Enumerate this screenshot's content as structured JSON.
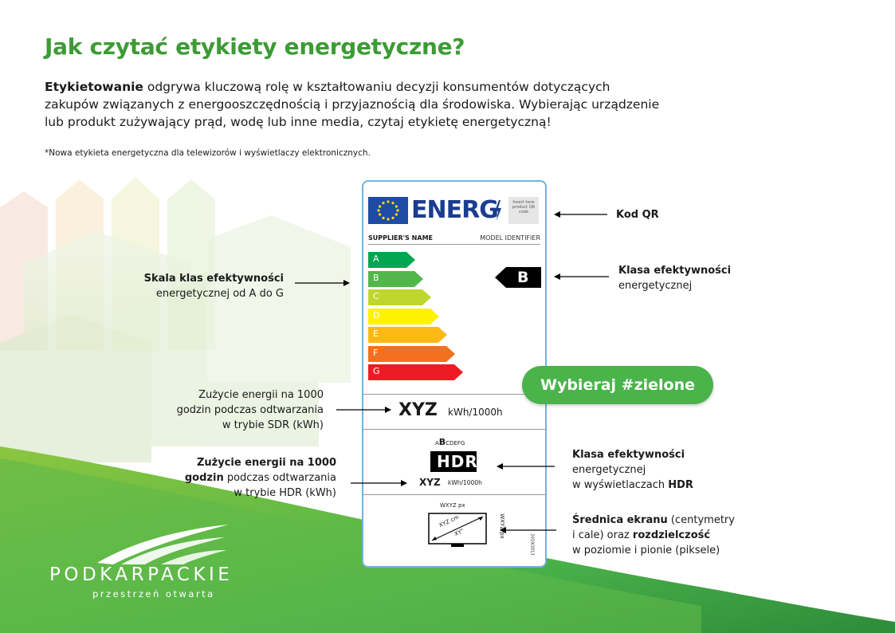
{
  "header": {
    "title": "Jak czytać etykiety energetyczne?",
    "intro_bold": "Etykietowanie",
    "intro_line1_rest": " odgrywa kluczową rolę w kształtowaniu decyzji konsumentów dotyczących",
    "intro_line2": "zakupów związanych z energooszczędnością i przyjaznością dla środowiska. Wybierając urządzenie",
    "intro_line3": "lub produkt zużywający prąd, wodę lub inne media, czytaj etykietę energetyczną!",
    "note": "*Nowa etykieta energetyczna dla telewizorów i wyświetlaczy elektronicznych."
  },
  "label": {
    "energy_word": "ENERG",
    "qr_text": "Insert here product QR code",
    "supplier": "SUPPLIER'S NAME",
    "model": "MODEL IDENTIFIER",
    "classes": [
      "A",
      "B",
      "C",
      "D",
      "E",
      "F",
      "G"
    ],
    "class_colors": [
      "#00a651",
      "#50b848",
      "#bed630",
      "#fff200",
      "#fdb913",
      "#f37021",
      "#ed1c24"
    ],
    "selected_class": "B",
    "sdr_value": "XYZ",
    "sdr_unit": "kWh/1000h",
    "hdr_scale_a": "A",
    "hdr_scale_b": "B",
    "hdr_scale_rest": "CDEFG",
    "hdr_logo": "HDR",
    "hdr_value": "XYZ",
    "hdr_unit": "kWh/1000h",
    "screen_width": "WXYZ px",
    "screen_diag_cm": "XYZ cm",
    "screen_diag_in": "XY\"",
    "screen_height": "WXYZ px",
    "regulation": "2019/2013"
  },
  "annotations": {
    "qr": "Kod QR",
    "scale_bold": "Skala klas efektywności",
    "scale_rest": "energetycznej od A do G",
    "class_bold": "Klasa efektywności",
    "class_rest": "energetycznej",
    "sdr_line1": "Zużycie energii na 1000",
    "sdr_line2": "godzin podczas odtwarzania",
    "sdr_line3": "w trybie SDR (kWh)",
    "hdr_line1_bold": "Zużycie energii na 1000",
    "hdr_line2_bold": "godzin",
    "hdr_line2_rest": " podczas odtwarzania",
    "hdr_line3": "w trybie HDR (kWh)",
    "hdrclass_bold": "Klasa efektywności",
    "hdrclass_line2": "energetycznej",
    "hdrclass_line3_rest": "w wyświetlaczach ",
    "hdrclass_line3_bold": "HDR",
    "screen_bold": "Średnica ekranu",
    "screen_line1_rest": " (centymetry",
    "screen_line2_rest": "i cale) oraz ",
    "screen_line2_bold": "rozdzielczość",
    "screen_line3": "w poziomie i pionie (piksele)"
  },
  "cta": "Wybieraj #zielone",
  "logo": {
    "name": "PODKARPACKIE",
    "tagline": "przestrzeń otwarta"
  }
}
